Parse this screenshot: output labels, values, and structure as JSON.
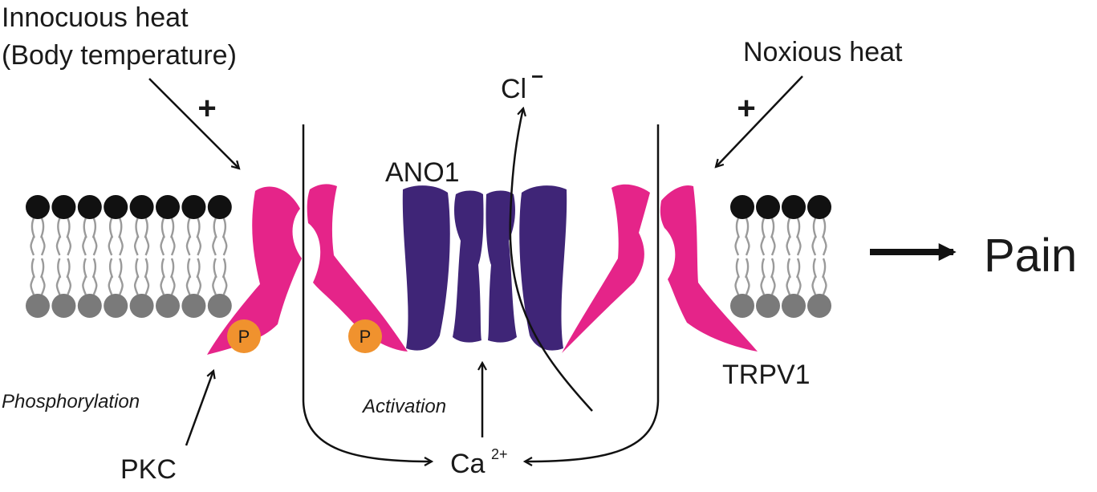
{
  "labels": {
    "innocuous_line1": "Innocuous heat",
    "innocuous_line2": "(Body temperature)",
    "noxious": "Noxious heat",
    "plus_left": "+",
    "plus_right": "+",
    "ano1": "ANO1",
    "chloride": "Cl",
    "chloride_charge": "−",
    "trpv1": "TRPV1",
    "pkc": "PKC",
    "phosphorylation": "Phosphorylation",
    "activation": "Activation",
    "calcium": "Ca",
    "calcium_charge": "2+",
    "phospho_left": "P",
    "phospho_right": "P",
    "pain": "Pain"
  },
  "colors": {
    "trpv1": "#e52489",
    "ano1": "#3f2577",
    "phosphate": "#f0922e",
    "lipid_head_outer": "#111111",
    "lipid_head_inner": "#7a7a7a",
    "lipid_tail": "#9a9a9a",
    "arrow": "#111111"
  }
}
